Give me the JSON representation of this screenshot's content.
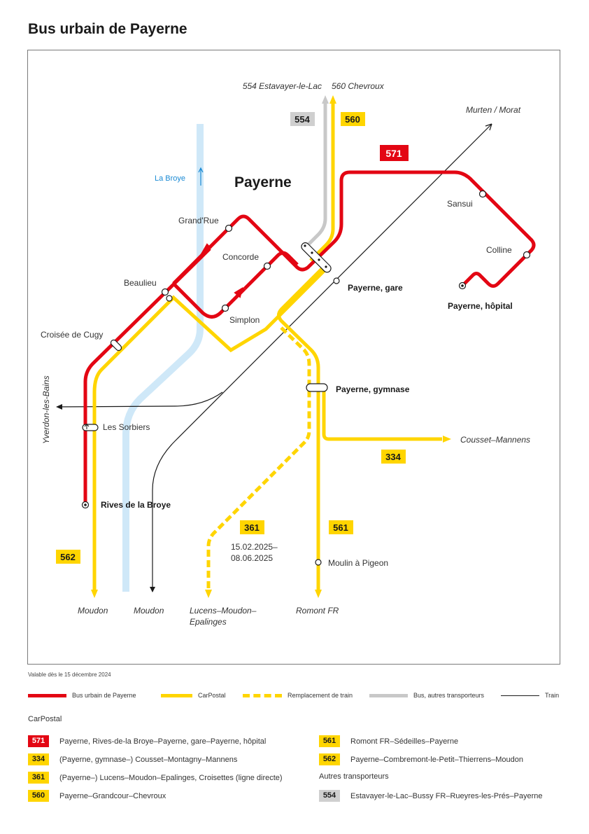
{
  "title": "Bus urbain de Payerne",
  "colors": {
    "red": "#e30613",
    "yellow": "#ffd500",
    "grey": "#c8c8c8",
    "river": "#cfe8f8",
    "river_label": "#1a8ad4",
    "train": "#1a1a1a"
  },
  "map": {
    "town": "Payerne",
    "river": "La Broye",
    "dest_554": "554 Estavayer-le-Lac",
    "dest_560": "560 Chevroux",
    "dest_murten": "Murten / Morat",
    "dest_yverdon": "Yverdon-les-Bains",
    "dest_cousset": "Cousset–Mannens",
    "dest_moudon_bus": "Moudon",
    "dest_moudon_train": "Moudon",
    "dest_lucens_1": "Lucens–Moudon–",
    "dest_lucens_2": "Epalinges",
    "dest_romont": "Romont FR",
    "date_1": "15.02.2025–",
    "date_2": "08.06.2025",
    "lines": {
      "l554": "554",
      "l560": "560",
      "l571": "571",
      "l334": "334",
      "l361": "361",
      "l561": "561",
      "l562": "562"
    },
    "stops": {
      "grand_rue": "Grand'Rue",
      "concorde": "Concorde",
      "beaulieu": "Beaulieu",
      "simplon": "Simplon",
      "croisee": "Croisée de Cugy",
      "sorbiers": "Les Sorbiers",
      "rives": "Rives de la Broye",
      "gare": "Payerne, gare",
      "gymnase": "Payerne, gymnase",
      "sansui": "Sansui",
      "colline": "Colline",
      "hopital": "Payerne, hôpital",
      "moulin": "Moulin à Pigeon"
    }
  },
  "validity": "Valable dès le 15 décembre 2024",
  "legend": {
    "urban": "Bus urbain de Payerne",
    "carpostal": "CarPostal",
    "replacement": "Remplacement de train",
    "other": "Bus, autres transporteurs",
    "train": "Train"
  },
  "routes_heading": "CarPostal",
  "other_heading": "Autres transporteurs",
  "routes": [
    {
      "line": "571",
      "text": "Payerne, Rives-de-la Broye–Payerne, gare–Payerne, hôpital"
    },
    {
      "line": "334",
      "text": "(Payerne, gymnase–) Cousset–Montagny–Mannens"
    },
    {
      "line": "361",
      "text": "(Payerne–) Lucens–Moudon–Epalinges, Croisettes (ligne directe)"
    },
    {
      "line": "560",
      "text": "Payerne–Grandcour–Chevroux"
    },
    {
      "line": "561",
      "text": "Romont FR–Sédeilles–Payerne"
    },
    {
      "line": "562",
      "text": "Payerne–Combremont-le-Petit–Thierrens–Moudon"
    }
  ],
  "other_routes": [
    {
      "line": "554",
      "text": "Estavayer-le-Lac–Bussy FR–Rueyres-les-Prés–Payerne"
    }
  ]
}
